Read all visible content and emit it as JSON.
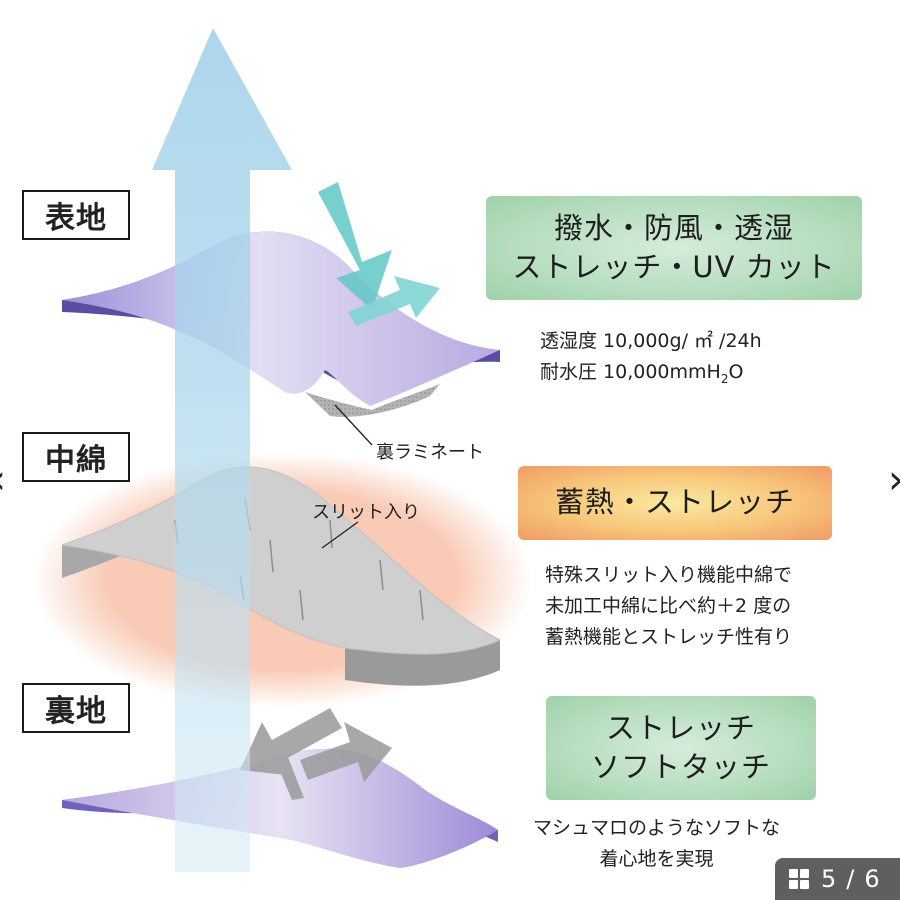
{
  "layers": {
    "outer": {
      "tag": "表地"
    },
    "middle": {
      "tag": "中綿"
    },
    "lining": {
      "tag": "裏地"
    }
  },
  "features": {
    "outer": {
      "line1": "撥水・防風・透湿",
      "line2": "ストレッチ・UV カット"
    },
    "middle": {
      "line1": "蓄熱・ストレッチ"
    },
    "lining": {
      "line1": "ストレッチ",
      "line2": "ソフトタッチ"
    }
  },
  "specs": {
    "line1": "透湿度 10,000g/ ㎡ /24h",
    "line2_main": "耐水圧 10,000mmH",
    "line2_sub": "2",
    "line2_tail": "O"
  },
  "notes": {
    "middle": {
      "line1": "特殊スリット入り機能中綿で",
      "line2": "未加工中綿に比べ約＋2 度の",
      "line3": "蓄熱機能とストレッチ性有り"
    },
    "lining": {
      "line1": "マシュマロのようなソフトな",
      "line2": "着心地を実現"
    }
  },
  "callouts": {
    "laminate": "裏ラミネート",
    "slit": "スリット入り"
  },
  "pager": {
    "current": "5",
    "separator": "/",
    "total": "6"
  },
  "nav": {
    "prev": "‹",
    "next": "›"
  },
  "colors": {
    "outer_fabric": "#8f87d2",
    "middle_fabric": "#cfcfcf",
    "lining_fabric": "#a996d6",
    "feature_green": "#b9dfc1",
    "feature_warm": "#f7c57a",
    "vapor_arrow": "#b5dcef",
    "wind_arrow": "#5fc8c6"
  }
}
